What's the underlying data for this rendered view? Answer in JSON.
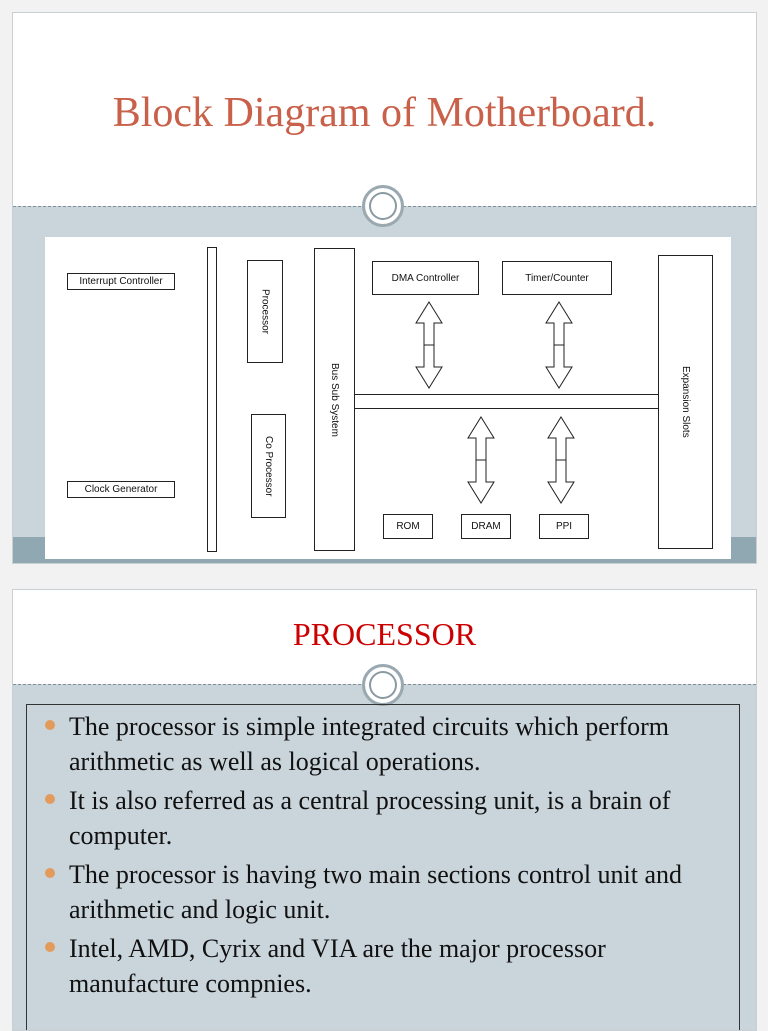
{
  "slide1": {
    "title": "Block Diagram of Motherboard.",
    "diagram": {
      "interrupt_controller": "Interrupt Controller",
      "clock_generator": "Clock Generator",
      "processor": "Processor",
      "co_processor": "Co Processor",
      "bus_sub_system": "Bus Sub System",
      "dma_controller": "DMA Controller",
      "timer_counter": "Timer/Counter",
      "expansion_slots": "Expansion Slots",
      "rom": "ROM",
      "dram": "DRAM",
      "ppi": "PPI"
    }
  },
  "slide2": {
    "title": "PROCESSOR",
    "bullets": [
      "The processor is simple integrated circuits which perform arithmetic as well as logical operations.",
      "It is also referred as a central processing unit, is a brain of computer.",
      "The processor is having two main sections control unit and arithmetic and logic unit.",
      "Intel, AMD, Cyrix and VIA are the major processor manufacture compnies."
    ]
  },
  "colors": {
    "title_slide1": "#c8604a",
    "title_slide2": "#cc0000",
    "band": "#c9d4db",
    "bullet": "#e29b5b"
  }
}
